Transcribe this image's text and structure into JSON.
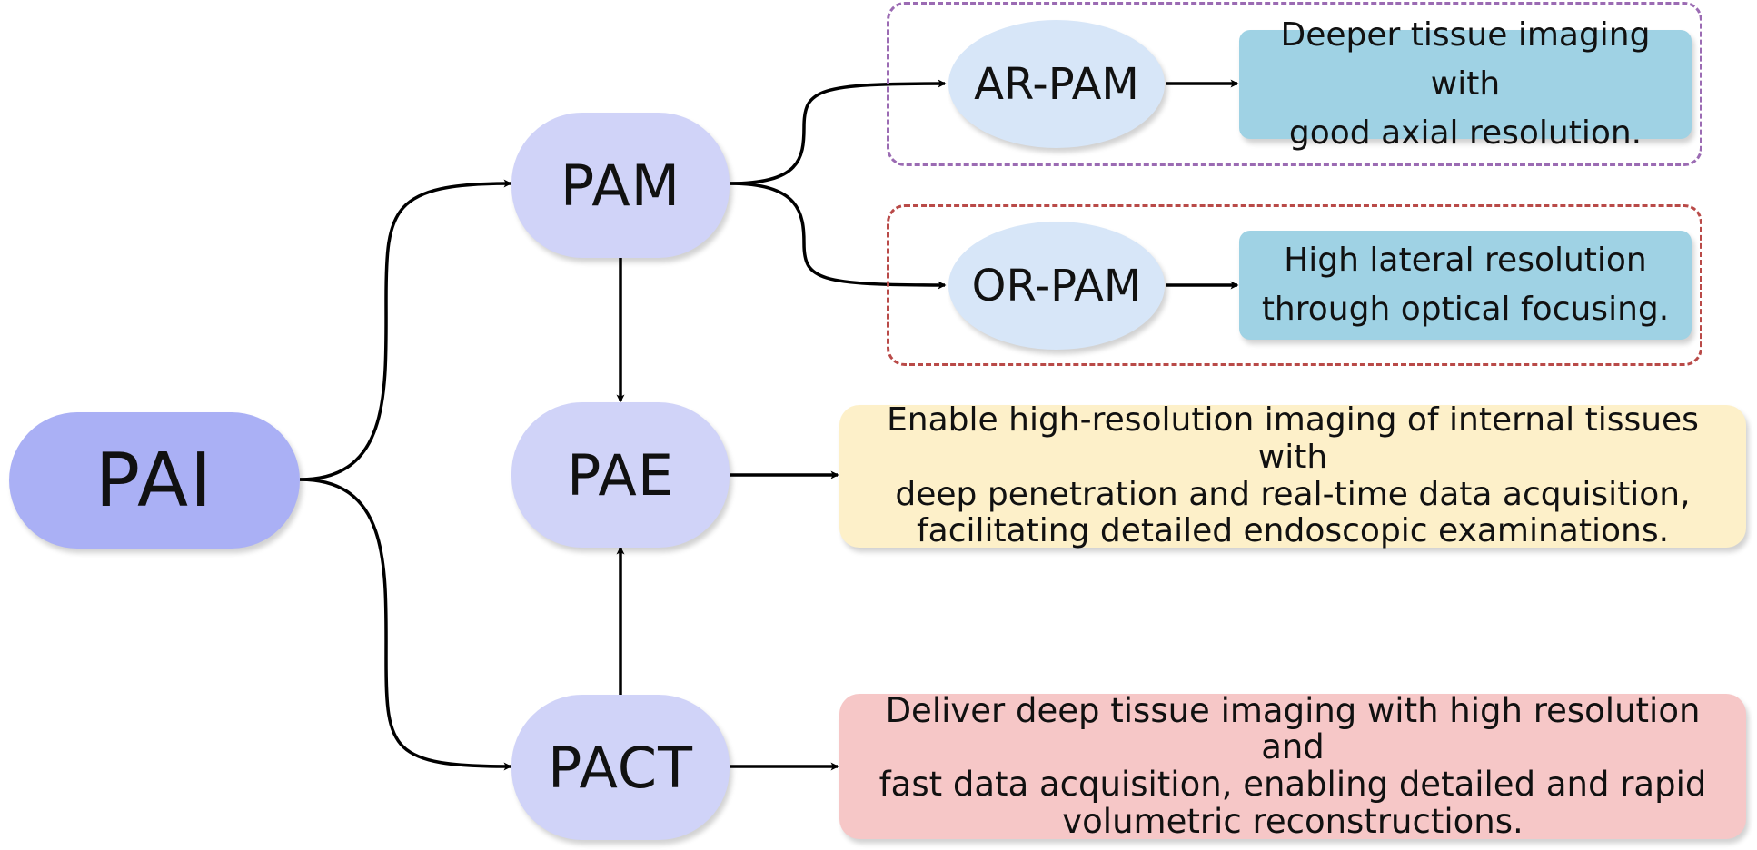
{
  "nodes": {
    "pai": "PAI",
    "pam": "PAM",
    "pae": "PAE",
    "pact": "PACT",
    "ar_pam": "AR-PAM",
    "or_pam": "OR-PAM"
  },
  "descriptions": {
    "ar_pam": [
      "Deeper tissue imaging with",
      "good axial resolution."
    ],
    "or_pam": [
      "High lateral resolution",
      "through optical focusing."
    ],
    "pae": [
      "Enable high-resolution imaging of internal tissues with",
      "deep penetration and real-time data acquisition,",
      "facilitating detailed endoscopic examinations."
    ],
    "pact": [
      "Deliver deep tissue imaging with high resolution and",
      "fast data acquisition, enabling detailed and rapid",
      "volumetric reconstructions."
    ]
  },
  "colors": {
    "pai_fill": "#aab0f5",
    "node_fill": "#d0d3f8",
    "ellipse_fill": "#d7e6f8",
    "blue_box": "#9fd2e4",
    "yellow_box": "#fdf0c9",
    "pink_box": "#f6c7c7",
    "purple_dash": "#9b6bb3",
    "red_dash": "#b94a48"
  }
}
